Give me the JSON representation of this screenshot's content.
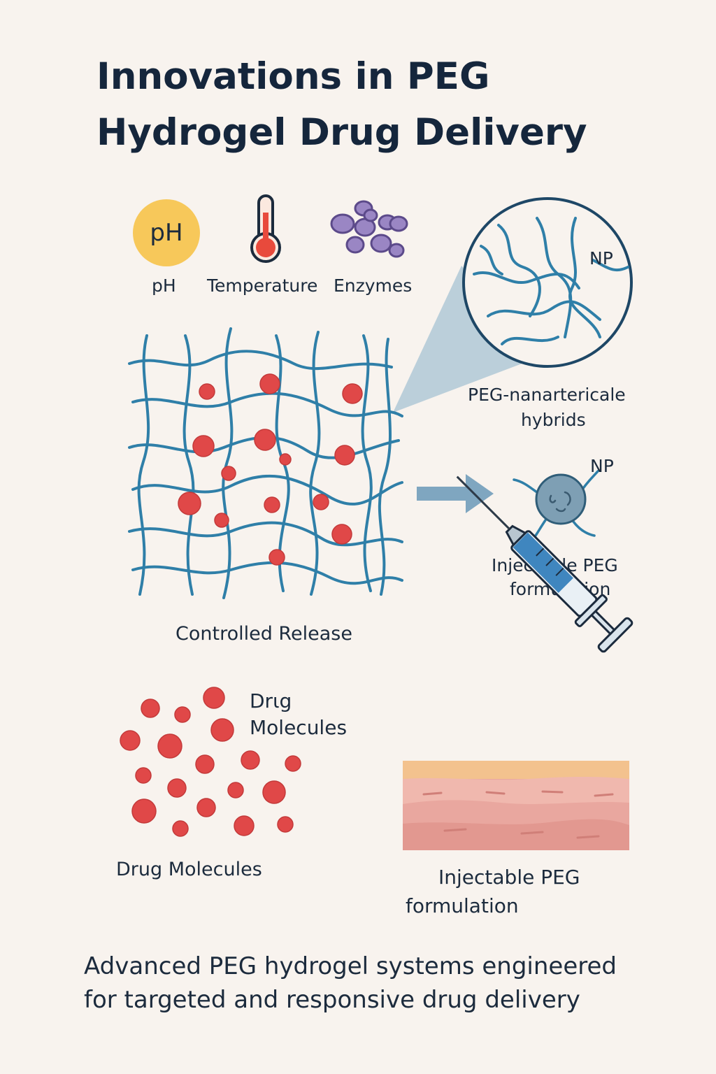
{
  "title": {
    "line1": "Innovations in PEG",
    "line2": "Hydrogel Drug Delivery"
  },
  "stimuli": {
    "ph_badge": "pH",
    "ph_label": "pH",
    "temperature_label": "Temperature",
    "enzymes_label": "Enzymes"
  },
  "hydrogel": {
    "label": "Controlled Release"
  },
  "zoom": {
    "np_label": "NP",
    "caption_line1": "PEG-nanartericale",
    "caption_line2": "hybrids"
  },
  "nanoparticle": {
    "np_label": "NP",
    "caption_line1": "Injectable PEG",
    "caption_line2": "formulation"
  },
  "drug_cluster": {
    "side_label_line1": "Drɩg",
    "side_label_line2": "Molecules",
    "label": "Drug Molecules"
  },
  "injection": {
    "caption_line1": "Injectable PEG",
    "caption_line2": "formulation"
  },
  "footer": {
    "line1": "Advanced PEG hydrogel systems engineered",
    "line2": "for targeted and responsive drug delivery"
  },
  "colors": {
    "background": "#f8f3ee",
    "polymer": "#2f7fa8",
    "drug": "#e04848",
    "ph_badge": "#f7c85a",
    "enzyme": "#9a86c4",
    "arrow": "#7fa6c0",
    "syringe": "#3f86bf",
    "skin": "#e8a39d"
  },
  "icons": [
    "ph-icon",
    "thermometer-icon",
    "enzyme-icon",
    "arrow-right-icon",
    "syringe-icon",
    "nanoparticle-icon"
  ]
}
